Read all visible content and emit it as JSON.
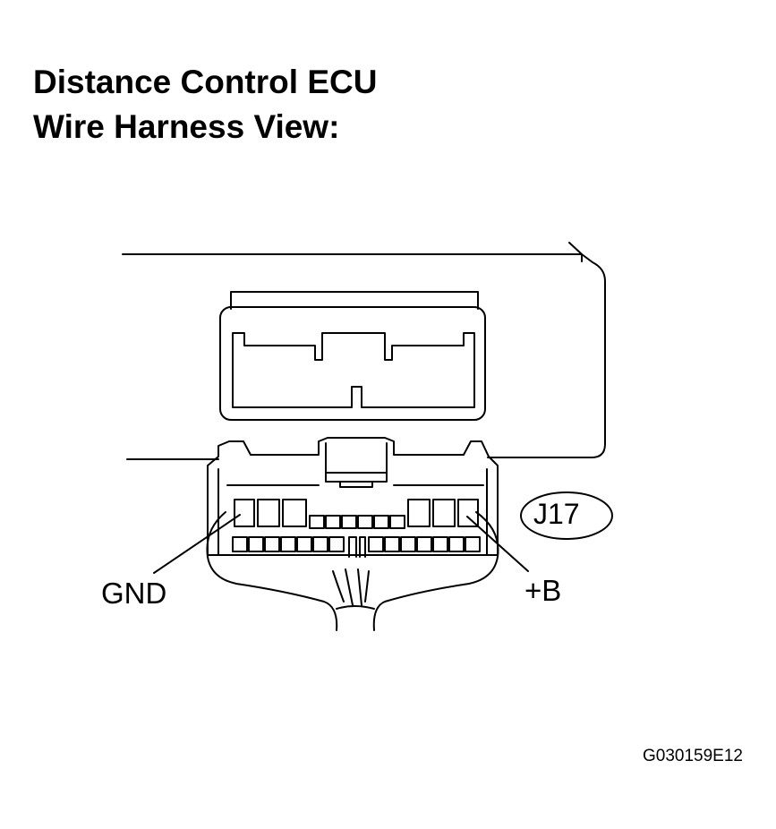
{
  "title": {
    "line1": "Distance Control ECU",
    "line2": "Wire Harness View:"
  },
  "labels": {
    "ground": "GND",
    "battery": "+B",
    "connector_id": "J17"
  },
  "figure_code": "G030159E12",
  "colors": {
    "ink": "#000000",
    "paper": "#ffffff"
  }
}
